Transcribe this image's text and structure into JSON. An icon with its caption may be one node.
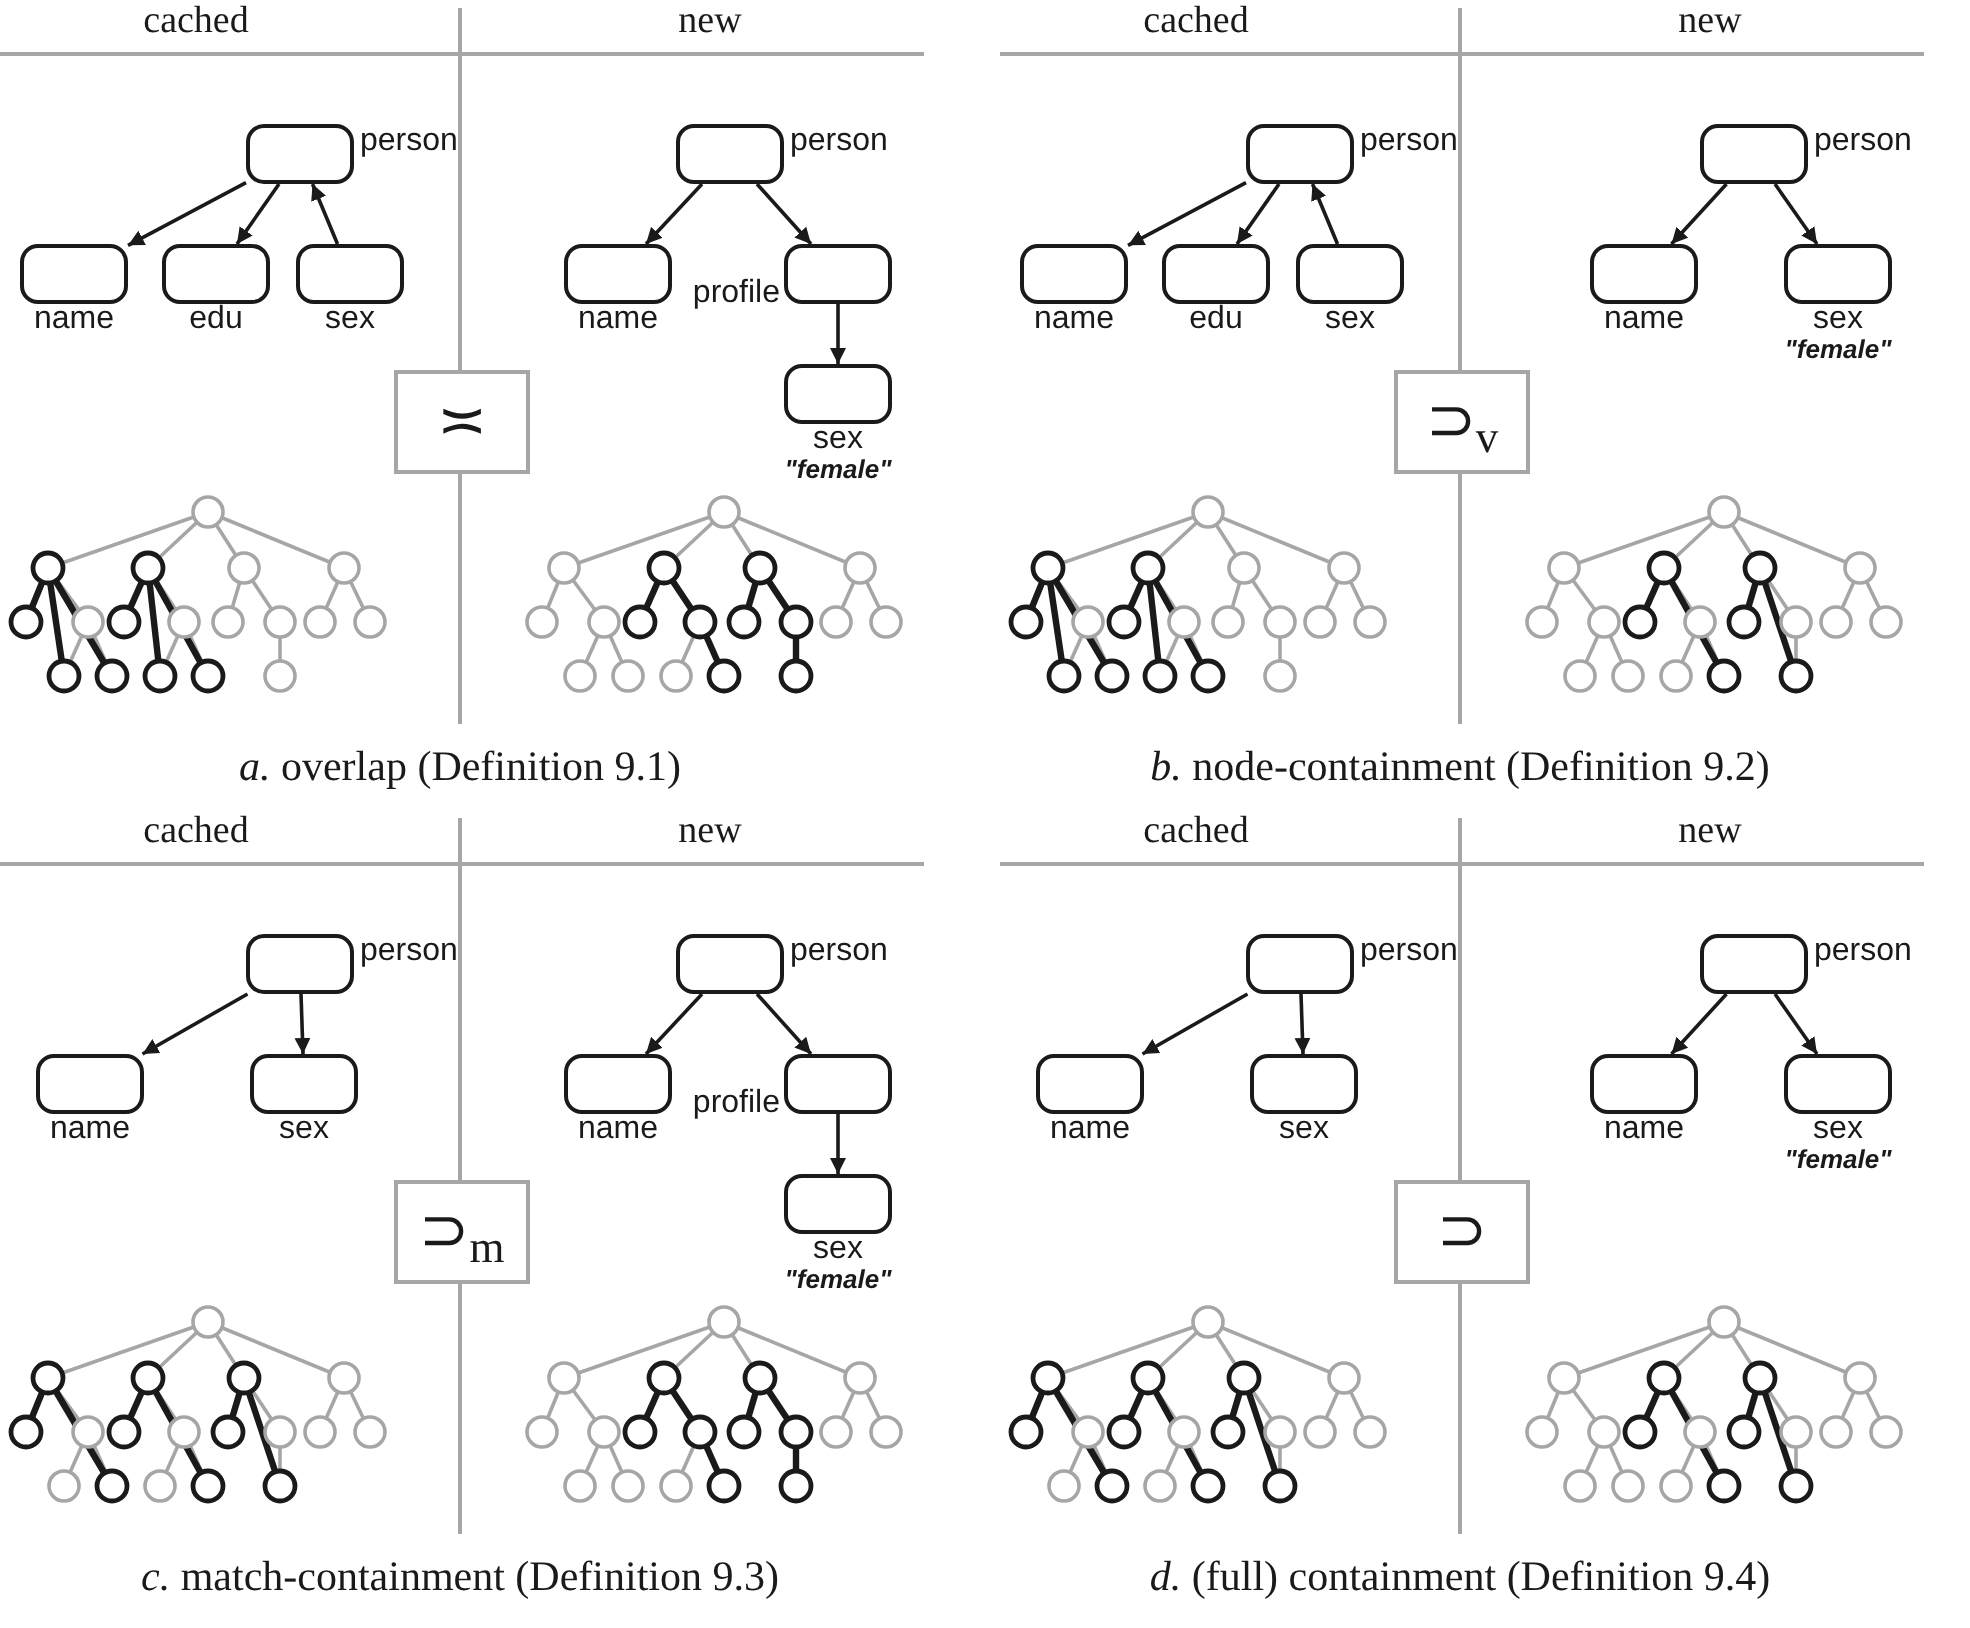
{
  "diagram": {
    "nodes": [
      {
        "text": [
          "person"
        ]
      },
      {
        "text": [
          "name"
        ]
      },
      {
        "text": [
          "edu"
        ]
      },
      {
        "text": [
          "sex"
        ]
      },
      {
        "text": [
          "person"
        ]
      },
      {
        "text": [
          "name"
        ]
      },
      {
        "text": [
          "profile"
        ]
      },
      {
        "text": [
          "sex",
          "\"female\""
        ]
      },
      {
        "text": [
          "≍"
        ]
      },
      {
        "text": [
          "person"
        ]
      },
      {
        "text": [
          "name"
        ]
      },
      {
        "text": [
          "edu"
        ]
      },
      {
        "text": [
          "sex"
        ]
      },
      {
        "text": [
          "person"
        ]
      },
      {
        "text": [
          "name"
        ]
      },
      {
        "text": [
          "sex",
          "\"female\""
        ]
      },
      {
        "text": [
          "⊃$_{v}$"
        ]
      },
      {
        "text": [
          "person"
        ]
      },
      {
        "text": [
          "name"
        ]
      },
      {
        "text": [
          "sex"
        ]
      },
      {
        "text": [
          "person"
        ]
      },
      {
        "text": [
          "name"
        ]
      },
      {
        "text": [
          "profile"
        ]
      },
      {
        "text": [
          "sex",
          "\"female\""
        ]
      },
      {
        "text": [
          "⊃$_{m}$"
        ]
      },
      {
        "text": [
          "person"
        ]
      },
      {
        "text": [
          "name"
        ]
      },
      {
        "text": [
          "sex"
        ]
      },
      {
        "text": [
          "person"
        ]
      },
      {
        "text": [
          "name"
        ]
      },
      {
        "text": [
          "sex",
          "\"female\""
        ]
      },
      {
        "text": [
          "⊃"
        ]
      }
    ],
    "edges": [
      {
        "from": 0,
        "to": 1,
        "arrow": "to"
      },
      {
        "from": 0,
        "to": 2,
        "arrow": "to"
      },
      {
        "from": 3,
        "to": 0,
        "arrow": "to"
      },
      {
        "from": 4,
        "to": 5,
        "arrow": "to"
      },
      {
        "from": 4,
        "to": 6,
        "arrow": "to"
      },
      {
        "from": 6,
        "to": 7,
        "arrow": "to"
      },
      {
        "from": 9,
        "to": 10,
        "arrow": "to"
      },
      {
        "from": 9,
        "to": 11,
        "arrow": "to"
      },
      {
        "from": 12,
        "to": 9,
        "arrow": "to"
      },
      {
        "from": 13,
        "to": 14,
        "arrow": "to"
      },
      {
        "from": 13,
        "to": 15,
        "arrow": "to"
      },
      {
        "from": 17,
        "to": 18,
        "arrow": "to"
      },
      {
        "from": 17,
        "to": 19,
        "arrow": "to"
      },
      {
        "from": 20,
        "to": 21,
        "arrow": "to"
      },
      {
        "from": 20,
        "to": 22,
        "arrow": "to"
      },
      {
        "from": 22,
        "to": 23,
        "arrow": "to"
      },
      {
        "from": 25,
        "to": 26,
        "arrow": "to"
      },
      {
        "from": 25,
        "to": 27,
        "arrow": "to"
      },
      {
        "from": 28,
        "to": 29,
        "arrow": "to"
      },
      {
        "from": 28,
        "to": 30,
        "arrow": "to"
      }
    ],
    "labels": [
      "cached",
      "new",
      "cached",
      "new",
      "*a.* overlap (Definition 9.1)",
      "*b.* node-containment (Definition 9.2)",
      "cached",
      "new",
      "cached",
      "new",
      "*c.* match-containment (Definition 9.3)",
      "*d.* (full) containment (Definition 9.4)"
    ]
  }
}
